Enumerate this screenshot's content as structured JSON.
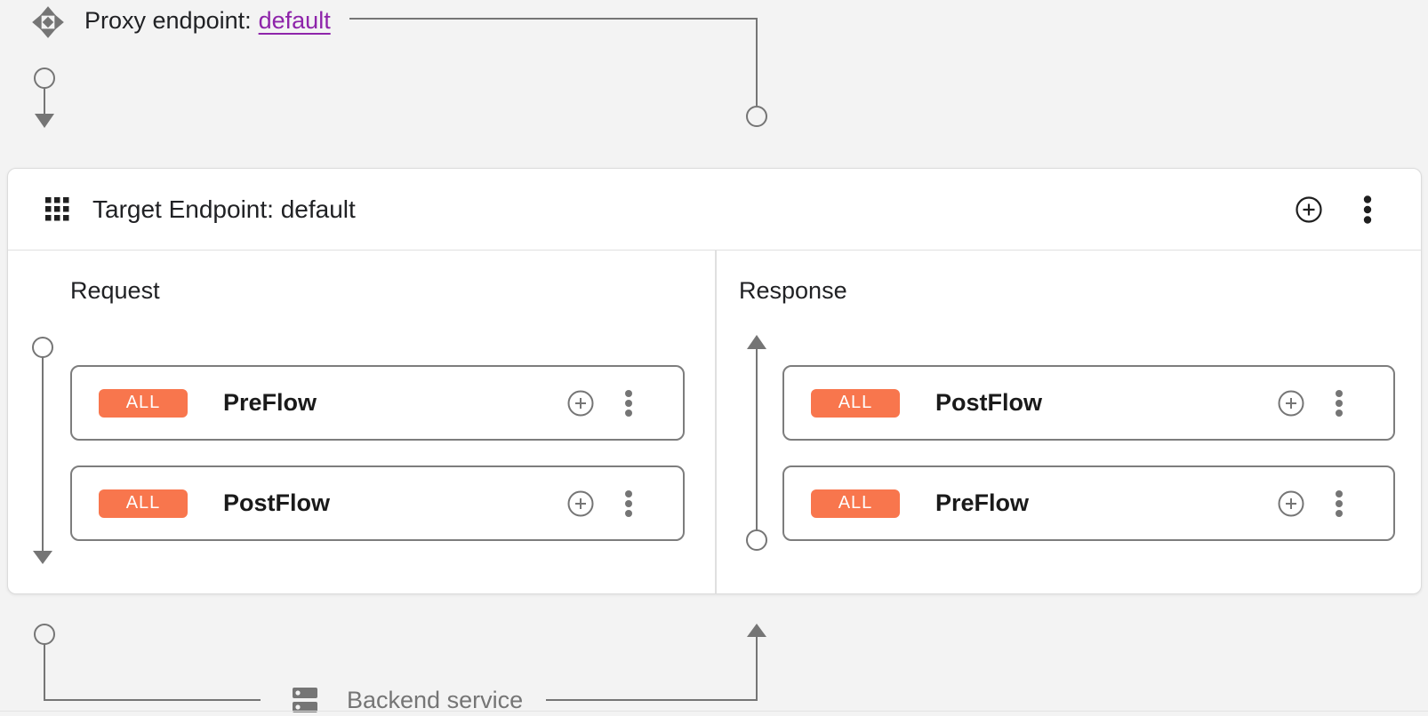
{
  "proxy": {
    "label": "Proxy endpoint:",
    "link_text": "default"
  },
  "target": {
    "title": "Target Endpoint: default",
    "request": {
      "title": "Request",
      "flows": [
        {
          "badge": "ALL",
          "name": "PreFlow"
        },
        {
          "badge": "ALL",
          "name": "PostFlow"
        }
      ]
    },
    "response": {
      "title": "Response",
      "flows": [
        {
          "badge": "ALL",
          "name": "PostFlow"
        },
        {
          "badge": "ALL",
          "name": "PreFlow"
        }
      ]
    }
  },
  "backend": {
    "label": "Backend service"
  },
  "icons": {
    "proxy_endpoint": "move-diamond-icon",
    "target_endpoint_header": "grid-apps-icon",
    "add_buttons": "plus-circle-icon",
    "menu_buttons": "kebab-vertical-dots-icon",
    "backend_service": "dns-server-icon"
  },
  "colors": {
    "badge-bg": "#F8764D",
    "badge-text": "#FFFFFF",
    "link": "#8E24AA",
    "connector": "#757575",
    "canvas-bg": "#F3F3F3",
    "card-bg": "#FFFFFF",
    "divider": "#E0E0E0",
    "box-border": "#7D7D7D",
    "icon-dark": "#1F1F1F",
    "muted": "#757575"
  }
}
